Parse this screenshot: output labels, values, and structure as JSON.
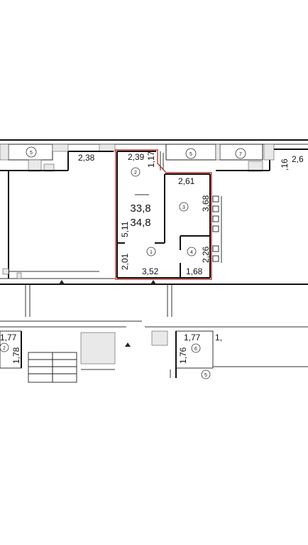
{
  "area_total": "33,8",
  "area_alt": "34,8",
  "dims": {
    "d238": "2,38",
    "d239": "2,39",
    "d117": "1,17",
    "d261": "2,61",
    "d368": "3,68",
    "d511": "5,11",
    "d201": "2,01",
    "d352": "3,52",
    "d226": "2,26",
    "d168": "1,68",
    "d16": ",16",
    "d263": "2,6",
    "d177a": "1,77",
    "d178": "1,78",
    "d177b": "1,77",
    "d176": "1,76",
    "d1x": "1,"
  },
  "room_numbers": {
    "r1": "1",
    "r2": "2",
    "r3": "3",
    "r4": "4",
    "top5a": "5",
    "top5b": "5",
    "top7": "7",
    "bot2": "2",
    "bot6": "6",
    "bot5": "5"
  }
}
